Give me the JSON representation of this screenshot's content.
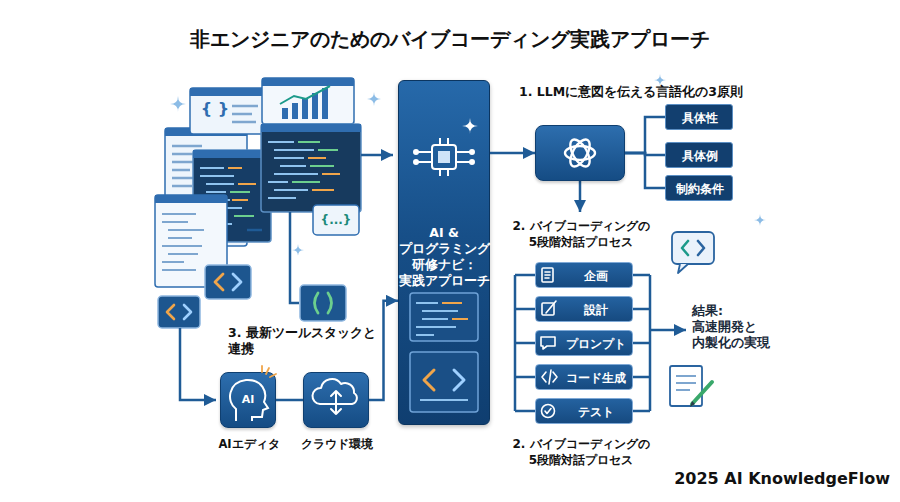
{
  "diagram": {
    "title": "非エンジニアのためのバイブコーディング実践アプローチ",
    "nodes": [
      {
        "text": [
          "AI & プログラミング 研修ナビ： 実践アプローチ"
        ]
      },
      {
        "text": [
          "1. LLMに意図を伝える言語化の3原則"
        ]
      },
      {
        "text": [
          "具体性"
        ]
      },
      {
        "text": [
          "具体例"
        ]
      },
      {
        "text": [
          "制約条件"
        ]
      },
      {
        "text": [
          "企画"
        ]
      },
      {
        "text": [
          "設計"
        ]
      },
      {
        "text": [
          "プロンプト"
        ]
      },
      {
        "text": [
          "コード生成"
        ]
      },
      {
        "text": [
          "テスト"
        ]
      },
      {
        "text": [
          "AI",
          "AIエディタ"
        ]
      },
      {
        "text": [
          "クラウド環境"
        ]
      }
    ],
    "edges": [
      {
        "from": 0,
        "to": 1,
        "arrow": "to"
      },
      {
        "from": 1,
        "to": 2,
        "arrow": "none"
      },
      {
        "from": 1,
        "to": 3,
        "arrow": "none"
      },
      {
        "from": 1,
        "to": 4,
        "arrow": "none"
      },
      {
        "from": 10,
        "to": 11,
        "arrow": "none"
      },
      {
        "from": 11,
        "to": 0,
        "arrow": "to"
      }
    ],
    "labels": [
      "2. バイブコーディングの 5段階対話プロセス",
      "結果: 高速開発と 内製化の実現",
      "3. 最新ツールスタックと 連携",
      "2. バイブコーディングの 5段階対話プロセス",
      "{ }",
      "{...}",
      "2025 AI KnowledgeFlow"
    ]
  }
}
